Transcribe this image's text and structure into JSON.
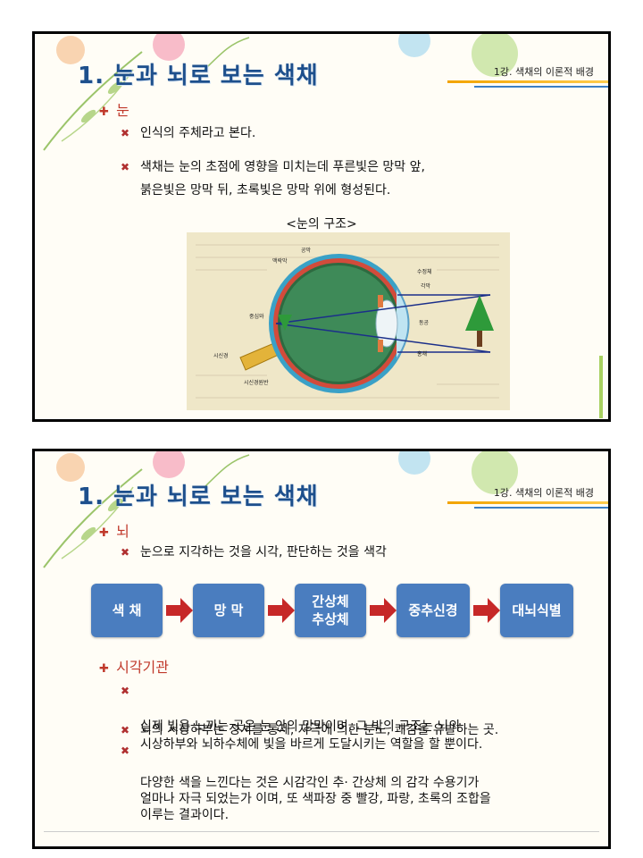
{
  "slides": [
    {
      "title": "1. 눈과 뇌로 보는 색채",
      "course_label": "1강. 색채의 이론적 배경",
      "section": "눈",
      "points": [
        "인식의 주체라고 본다.",
        "색채는 눈의 초점에 영향을 미치는데 푸른빛은 망막 앞,",
        "붉은빛은 망막 뒤, 초록빛은 망막 위에 형성된다."
      ],
      "figure_caption": "<눈의 구조>",
      "figure_labels": [
        "공막",
        "맥락막",
        "수정체",
        "각막",
        "중심와",
        "동공",
        "시신경",
        "홍채",
        "시신경원반"
      ]
    },
    {
      "title": "1. 눈과 뇌로 보는 색채",
      "course_label": "1강. 색채의 이론적 배경",
      "section": "뇌",
      "points": [
        "눈으로 지각하는 것을 시각, 판단하는 것을 색각"
      ],
      "flow": [
        "색 채",
        "망 막",
        "간상체\n추상체",
        "중추신경",
        "대뇌식별"
      ],
      "section2": "시각기관",
      "points2": [
        "실제 빛을 느끼는 곳은 눈 안의 망막이며, 그 밖의 구조는 뇌의\n시상하부와 뇌하수체에 빛을 바르게 도달시키는 역할을 할 뿐이다.",
        "뇌의 시상하부는 정서를 통제, 자극에 의한 분노, 쾌감을 유발하는 곳.",
        "다양한 색을 느낀다는 것은 시감각인 추· 간상체 의 감각 수용기가\n얼마나 자극 되었는가 이며, 또 색파장 중 빨강, 파랑, 초록의 조합을\n이루는 결과이다."
      ]
    }
  ],
  "colors": {
    "title": "#1d4f8c",
    "section": "#c0392b",
    "box": "#4a7dbf",
    "arrow": "#c62828"
  }
}
